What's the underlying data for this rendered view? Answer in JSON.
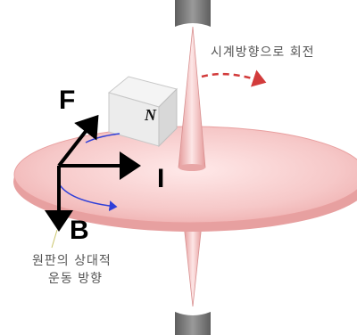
{
  "labels": {
    "rotation": "시계방향으로 회전",
    "force": "F",
    "current": "I",
    "field": "B",
    "magnet_pole": "N",
    "relative_motion_line1": "원판의 상대적",
    "relative_motion_line2": "운동 방향"
  },
  "colors": {
    "disk": "#f4c3c3",
    "disk_edge": "#e9a0a0",
    "spike": "#f0b8b8",
    "holder": "#7a7a7a",
    "rotation_arrow": "#d23b3b",
    "motion_arrow": "#2f3fd8",
    "vector": "#000000",
    "caption_text": "#555555"
  },
  "icons": {
    "rotation_arrow": "dashed-red-arrow-right",
    "motion_arrow": "blue-curved-arrow",
    "magnet": "cube-magnet"
  }
}
